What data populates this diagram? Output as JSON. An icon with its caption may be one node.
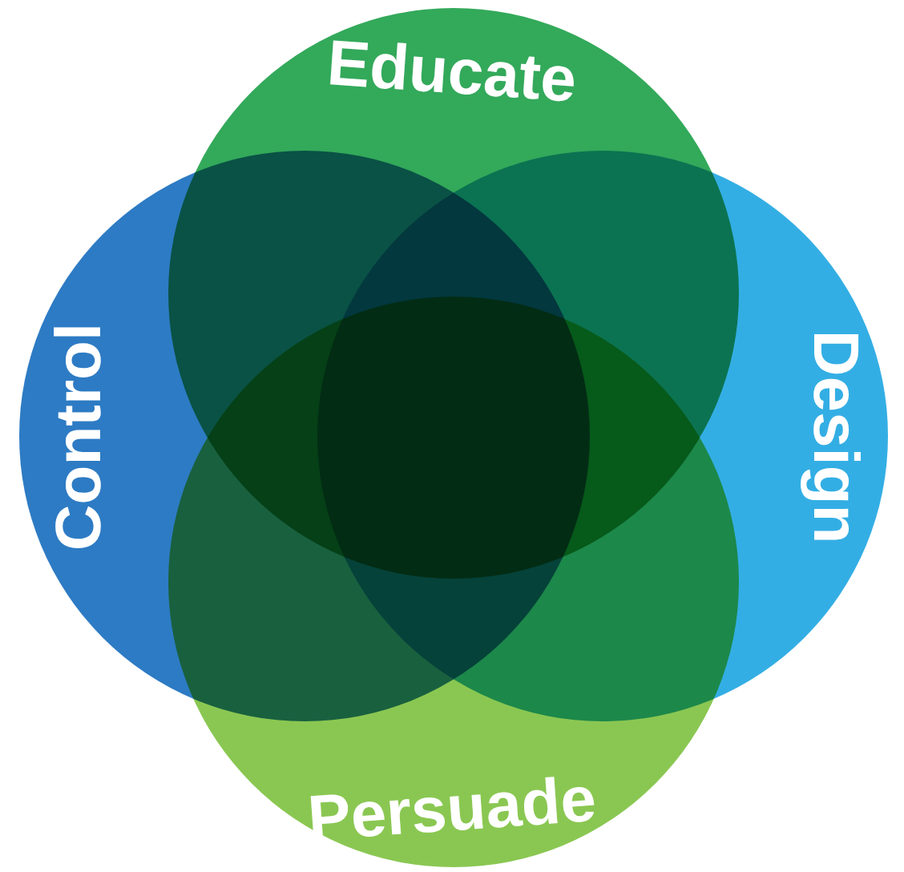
{
  "diagram": {
    "nodes": [
      {
        "text": [
          "Educate"
        ]
      },
      {
        "text": [
          "Control"
        ]
      },
      {
        "text": [
          "Design"
        ]
      },
      {
        "text": [
          "Persuade"
        ]
      }
    ],
    "edges": []
  }
}
